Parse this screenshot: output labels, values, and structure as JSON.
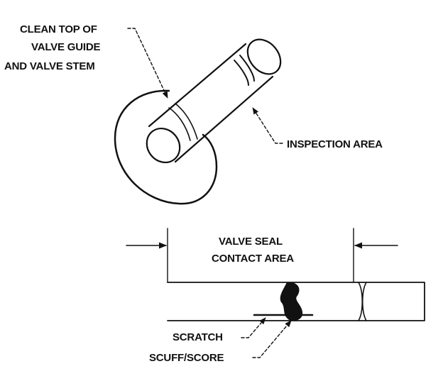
{
  "top_figure": {
    "callout_clean_top": {
      "line1": "CLEAN TOP OF",
      "line2": "VALVE GUIDE",
      "line3": "AND VALVE STEM"
    },
    "callout_inspection": "INSPECTION AREA"
  },
  "bottom_figure": {
    "seal_contact_area": {
      "line1": "VALVE SEAL",
      "line2": "CONTACT AREA"
    },
    "callout_scratch": "SCRATCH",
    "callout_scuff": "SCUFF/SCORE"
  },
  "colors": {
    "ink": "#111111",
    "background": "#ffffff"
  }
}
